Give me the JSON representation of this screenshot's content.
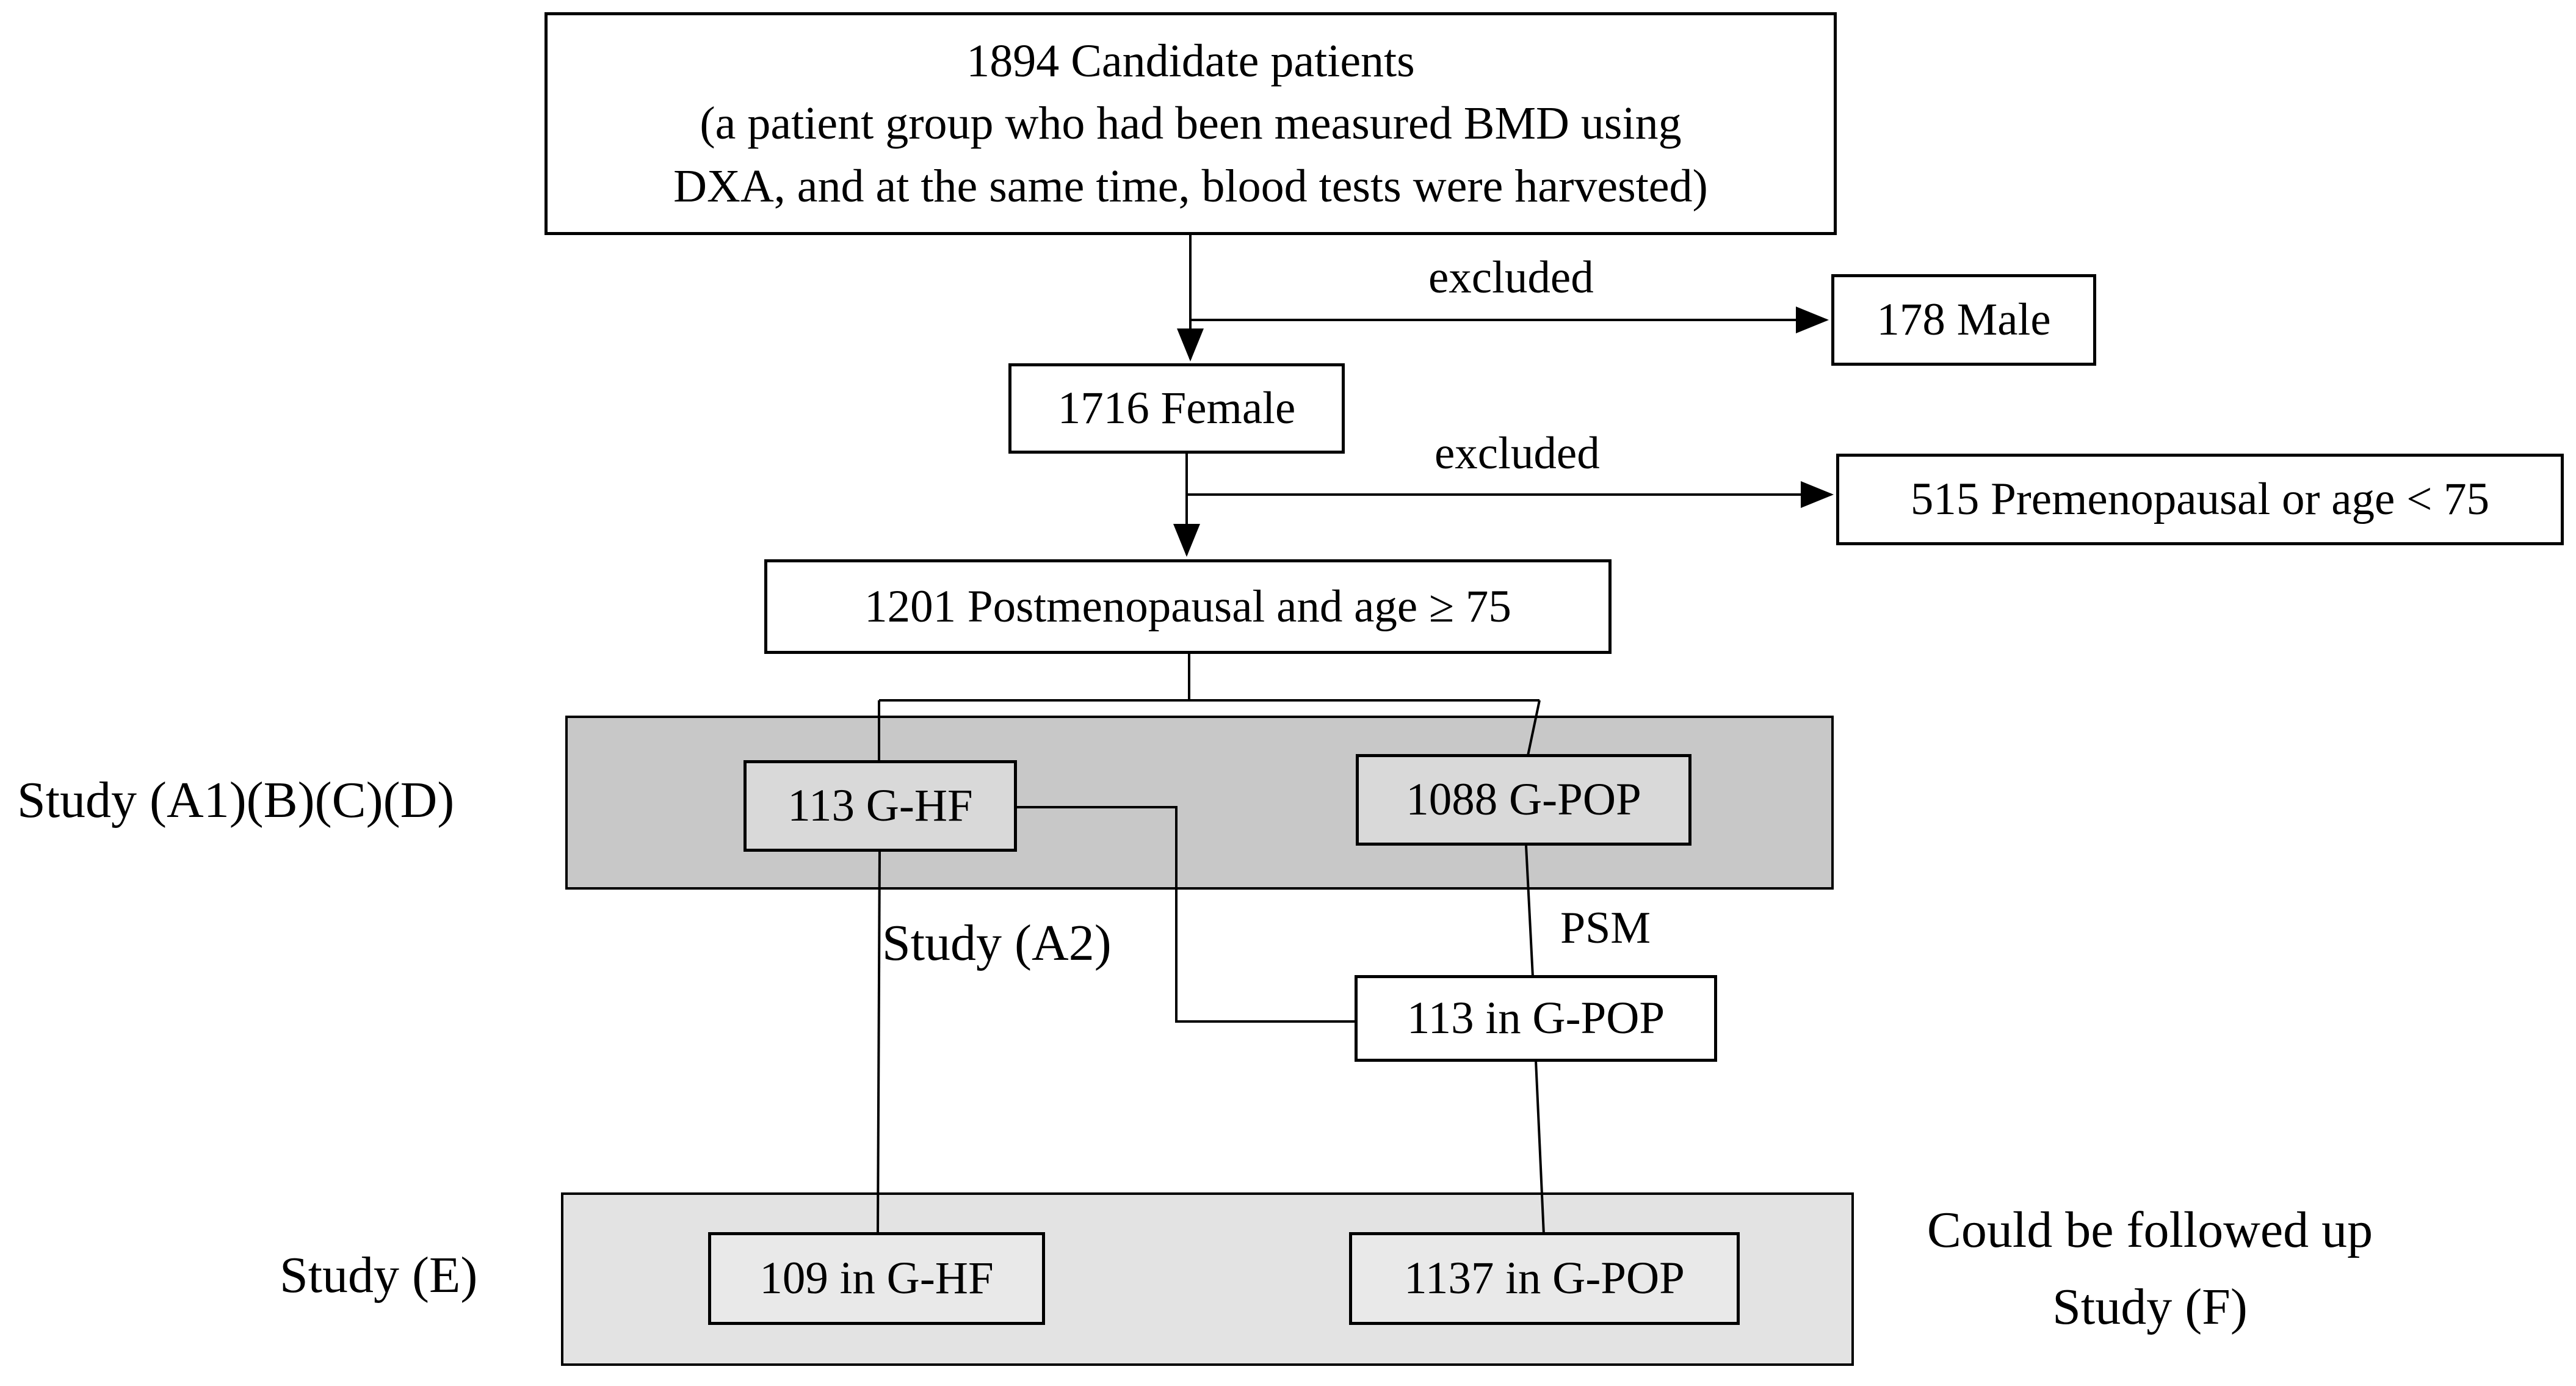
{
  "diagram": {
    "boxes": {
      "candidates": {
        "line1": "1894 Candidate patients",
        "line2": "(a patient group who had been measured BMD using",
        "line3": "DXA, and at the same time, blood tests were harvested)"
      },
      "male": "178 Male",
      "female": "1716 Female",
      "premenopausal": "515 Premenopausal or age < 75",
      "postmenopausal": "1201 Postmenopausal and age ≥ 75",
      "g_hf": "113 G-HF",
      "g_pop": "1088 G-POP",
      "psm_g_pop": "113 in G-POP",
      "g_hf_followup": "109 in G-HF",
      "g_pop_followup": "1137 in G-POP"
    },
    "edge_labels": {
      "excluded_1": "excluded",
      "excluded_2": "excluded",
      "study_a2": "Study (A2)",
      "psm": "PSM"
    },
    "side_labels": {
      "study_abcd": "Study (A1)(B)(C)(D)",
      "study_e": "Study (E)",
      "followup_line1": "Could be followed up",
      "followup_line2": "Study (F)"
    },
    "colors": {
      "background": "#ffffff",
      "band_dark": "#c8c8c8",
      "band_dark_box": "#d9d9d9",
      "band_light": "#e3e3e3",
      "band_light_box": "#e9e9e9",
      "line": "#000000"
    }
  }
}
